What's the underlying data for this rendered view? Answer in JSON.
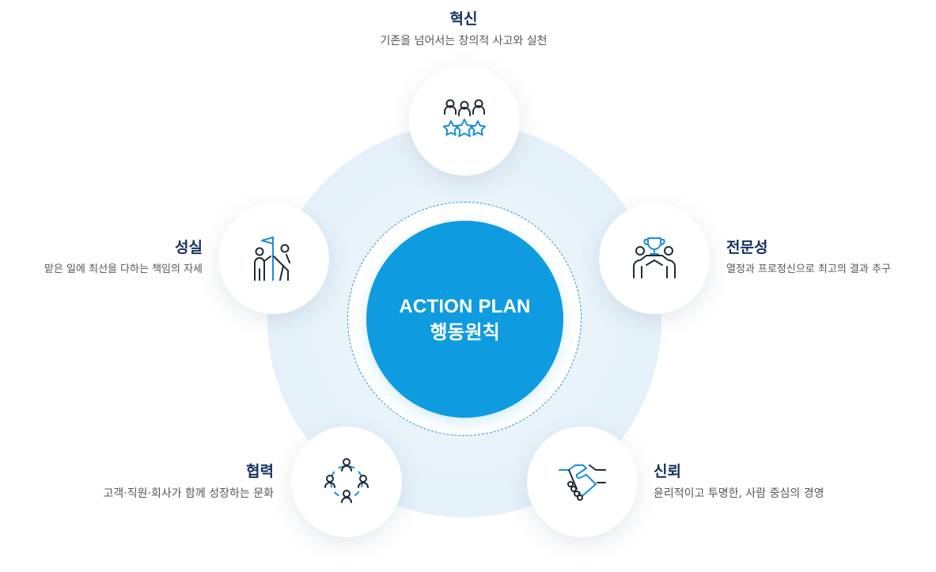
{
  "center": {
    "title_en": "ACTION PLAN",
    "title_ko": "행동원칙"
  },
  "principles": {
    "innovation": {
      "title": "혁신",
      "desc": "기존을 넘어서는 창의적 사고와 실천",
      "icon": "people-stars-icon"
    },
    "expertise": {
      "title": "전문성",
      "desc": "열정과 프로정신으로 최고의 결과 추구",
      "icon": "trophy-team-icon"
    },
    "trust": {
      "title": "신뢰",
      "desc": "윤리적이고 투명한, 사람 중심의 경영",
      "icon": "handshake-icon"
    },
    "cooperation": {
      "title": "협력",
      "desc": "고객·직원·회사가 함께 성장하는 문화",
      "icon": "network-people-icon"
    },
    "sincerity": {
      "title": "성실",
      "desc": "맡은 일에 최선을 다하는 책임의 자세",
      "icon": "flag-climb-icon"
    }
  },
  "colors": {
    "core": "#0f9be0",
    "ring": "#e6f2fa",
    "title": "#16305f",
    "accent": "#1a8fd6"
  }
}
